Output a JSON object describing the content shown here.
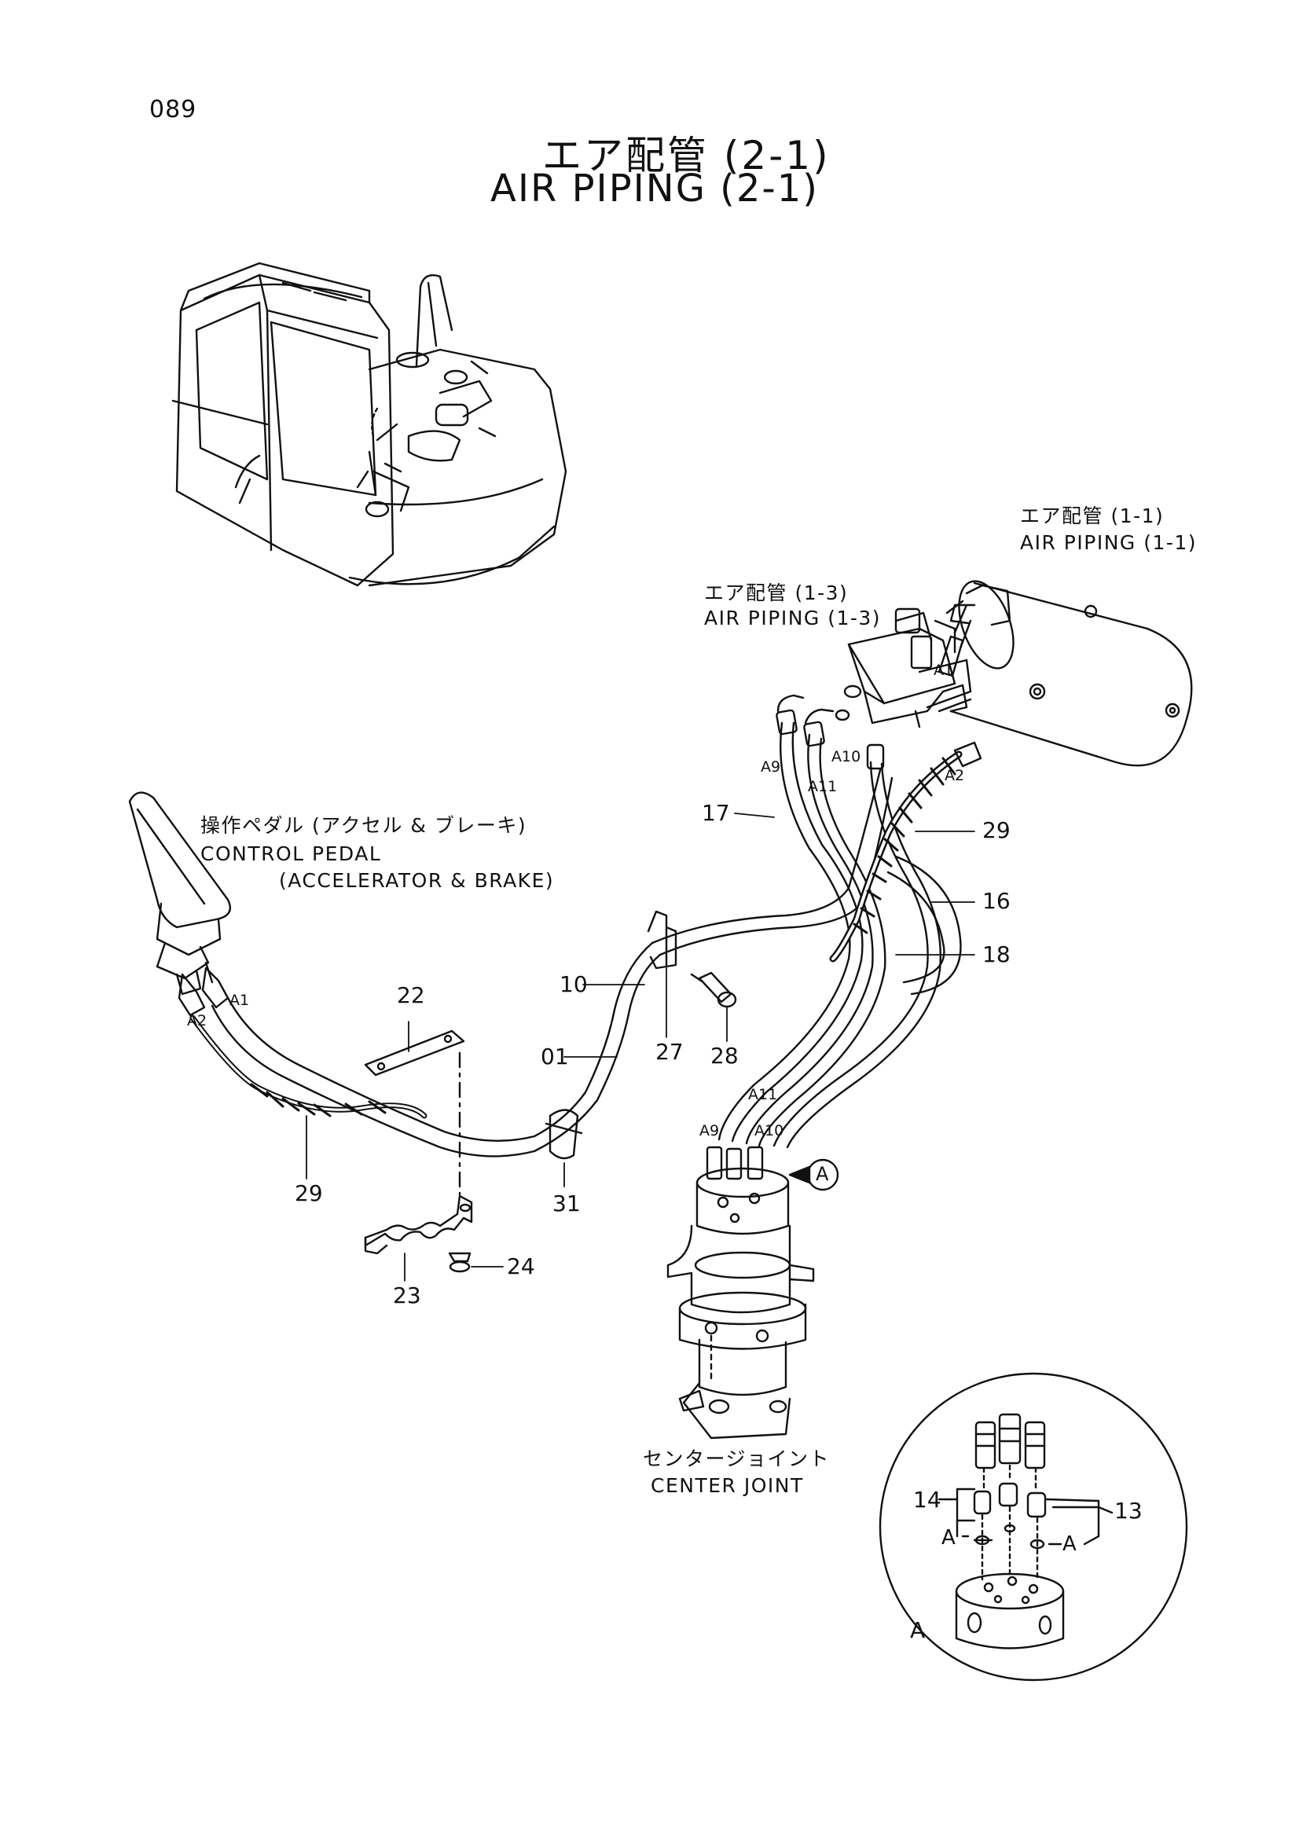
{
  "page_number": "089",
  "title": {
    "ja": "エア配管 (2-1)",
    "en": "AIR PIPING (2-1)"
  },
  "callouts": {
    "air_piping_1_1": {
      "ja": "エア配管 (1-1)",
      "en": "AIR PIPING (1-1)"
    },
    "air_piping_1_3": {
      "ja": "エア配管 (1-3)",
      "en": "AIR PIPING (1-3)"
    },
    "control_pedal": {
      "ja": "操作ペダル (アクセル & ブレーキ)",
      "en1": "CONTROL PEDAL",
      "en2": "(ACCELERATOR & BRAKE)"
    },
    "center_joint": {
      "ja": "センタージョイント",
      "en": "CENTER JOINT"
    }
  },
  "part_numbers": {
    "p17": "17",
    "p29_top": "29",
    "p16": "16",
    "p18": "18",
    "p10": "10",
    "p01": "01",
    "p27": "27",
    "p28": "28",
    "p22": "22",
    "p29_bottom": "29",
    "p31": "31",
    "p24": "24",
    "p23": "23",
    "p14": "14",
    "p13": "13"
  },
  "connectors": {
    "a1_top": "A1",
    "a9_top": "A9",
    "a11_top": "A11",
    "a10_top": "A10",
    "a2_top": "A2",
    "a2_pedal": "A2",
    "a1_pedal": "A1",
    "a9_cj": "A9",
    "a11_cj": "A11",
    "a10_cj": "A10"
  },
  "detail": {
    "view_marker": "A",
    "inset_label": "A",
    "ref_left": "A",
    "ref_right": "A"
  }
}
